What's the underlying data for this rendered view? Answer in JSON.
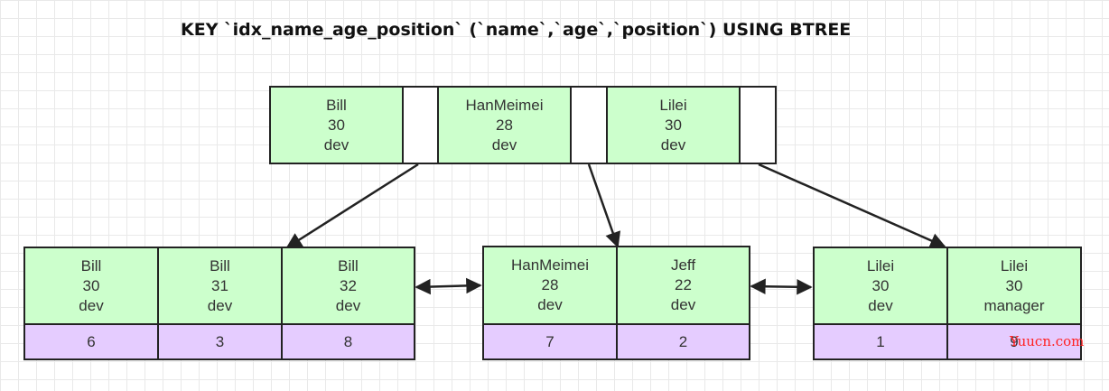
{
  "title": "KEY `idx_name_age_position` (`name`,`age`,`position`) USING BTREE",
  "root": {
    "keys": [
      {
        "name": "Bill",
        "age": "30",
        "position": "dev"
      },
      {
        "name": "HanMeimei",
        "age": "28",
        "position": "dev"
      },
      {
        "name": "Lilei",
        "age": "30",
        "position": "dev"
      }
    ]
  },
  "leaves": [
    {
      "entries": [
        {
          "name": "Bill",
          "age": "30",
          "position": "dev",
          "id": "6"
        },
        {
          "name": "Bill",
          "age": "31",
          "position": "dev",
          "id": "3"
        },
        {
          "name": "Bill",
          "age": "32",
          "position": "dev",
          "id": "8"
        }
      ]
    },
    {
      "entries": [
        {
          "name": "HanMeimei",
          "age": "28",
          "position": "dev",
          "id": "7"
        },
        {
          "name": "Jeff",
          "age": "22",
          "position": "dev",
          "id": "2"
        }
      ]
    },
    {
      "entries": [
        {
          "name": "Lilei",
          "age": "30",
          "position": "dev",
          "id": "1"
        },
        {
          "name": "Lilei",
          "age": "30",
          "position": "manager",
          "id": "9"
        }
      ]
    }
  ],
  "colors": {
    "key_fill": "#ccffcc",
    "pk_fill": "#e5ccff",
    "border": "#222222",
    "watermark": "#ff2020"
  },
  "watermark": "Yuucn.com"
}
